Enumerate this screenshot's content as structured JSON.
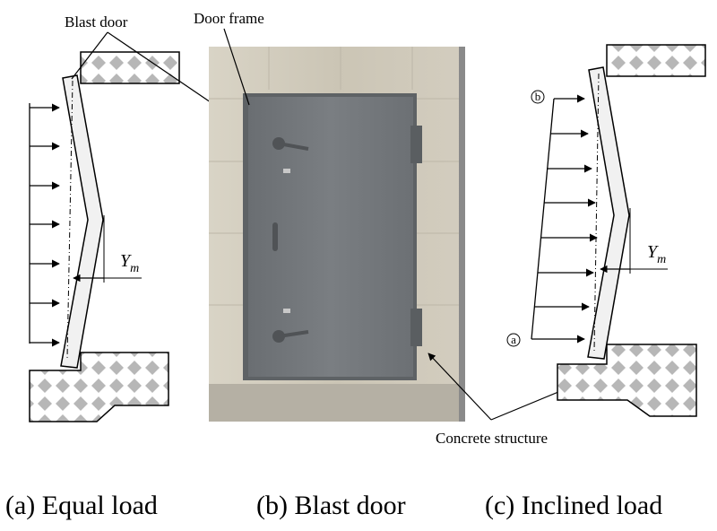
{
  "labels": {
    "blast_door": "Blast door",
    "door_frame": "Door frame",
    "concrete_structure": "Concrete structure",
    "ym_main": "Y",
    "ym_sub": "m",
    "point_a": "a",
    "point_b": "b"
  },
  "captions": {
    "a": "(a) Equal load",
    "b": "(b) Blast door",
    "c": "(c) Inclined load"
  },
  "colors": {
    "door_paint": "#727679",
    "wall": "#cfc9bb",
    "hatch_fill": "#b7b7b7",
    "line": "#000000"
  }
}
